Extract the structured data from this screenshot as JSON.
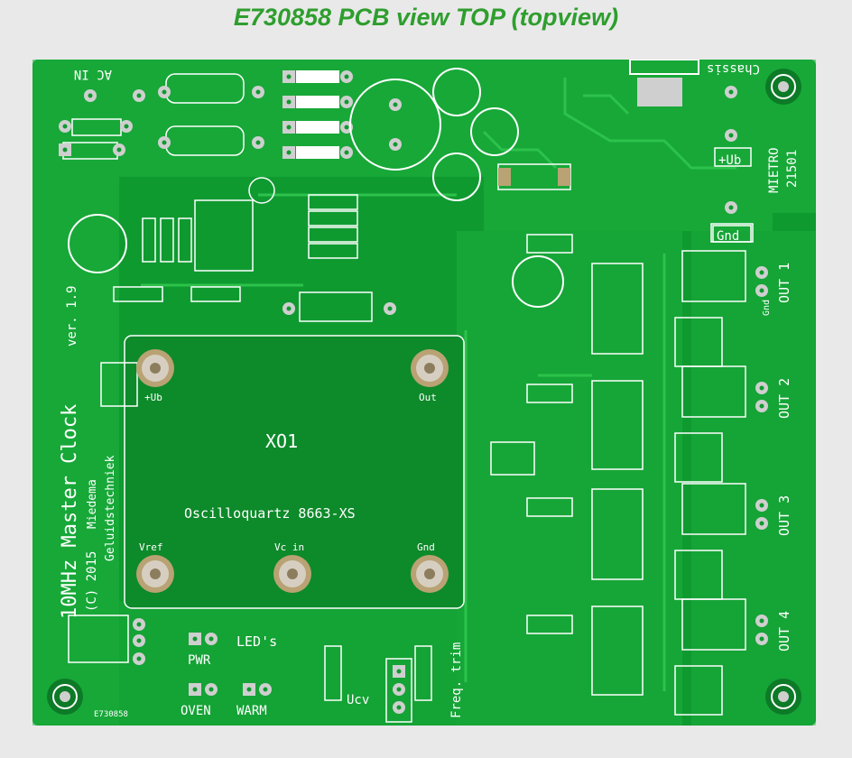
{
  "title": "E730858 PCB view TOP (topview)",
  "board": {
    "product_text": "10MHz Master Clock",
    "version_text": "ver. 1.9",
    "copyright_text": "(C) 2015",
    "maker_line1": "Miedema",
    "maker_line2": "Geluidstechniek",
    "mietro_line1": "MIETRO",
    "mietro_line2": "21501",
    "board_id": "E730858",
    "ac_in": "AC IN",
    "chassis": "Chassis",
    "ub_label": "+Ub",
    "gnd_label": "Gnd",
    "xo_name": "XO1",
    "xo_part": "Oscilloquartz 8663-XS",
    "xo_pin_ub": "+Ub",
    "xo_pin_out": "Out",
    "xo_pin_vref": "Vref",
    "xo_pin_vcin": "Vc in",
    "xo_pin_gnd": "Gnd",
    "leds_label": "LED's",
    "pwr_label": "PWR",
    "oven_label": "OVEN",
    "warm_label": "WARM",
    "ucv_label": "Ucv",
    "freq_trim_label": "Freq. trim",
    "outputs": [
      "OUT 1",
      "OUT 2",
      "OUT 3",
      "OUT 4"
    ],
    "out_gnd": "Gnd",
    "colors": {
      "board": "#0f9a30",
      "copper": "#23c044",
      "pad": "#cfcfcf",
      "silk": "#ffffff",
      "title": "#2e9e2e"
    }
  }
}
